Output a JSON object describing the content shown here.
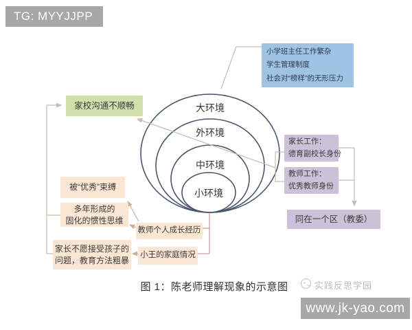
{
  "badge": {
    "text": "TG: MYYJJPP"
  },
  "circles": [
    {
      "label": "大环境"
    },
    {
      "label": "外环境"
    },
    {
      "label": "中环境"
    },
    {
      "label": "小环境"
    }
  ],
  "boxes": {
    "blue": {
      "lines": [
        "小学班主任工作繁杂",
        "学生管理制度",
        "社会对“榜样”的无形压力"
      ]
    },
    "green": {
      "text": "家校沟通不顺畅"
    },
    "excellence": {
      "text": "被“优秀”束缚"
    },
    "thinking": {
      "lines": [
        "多年形成的",
        "固化的惯性思维"
      ]
    },
    "parent_refusal": {
      "lines": [
        "家长不愿接受孩子的",
        "问题，教育方法粗暴"
      ]
    },
    "teacher_growth": {
      "text": "教师个人成长经历"
    },
    "wang_family": {
      "text": "小王的家庭情况"
    },
    "parent_job": {
      "lines": [
        "家长工作：",
        "德育副校长身份"
      ]
    },
    "teacher_job": {
      "lines": [
        "教师工作：",
        "优秀教师身份"
      ]
    },
    "same_district": {
      "text": "同在一个区（教委）"
    }
  },
  "caption": {
    "text": "图 1：陈老师理解现象的示意图"
  },
  "watermark": {
    "name": "实践反思学园",
    "url": "www.jk-yao.com"
  },
  "colors": {
    "accent_blue": "#9fc3e3",
    "accent_green": "#cfe0ad",
    "accent_peach": "#fbe5d3",
    "accent_purple": "#ccc1d9",
    "circle_stroke": "#47566b",
    "line_gray": "#c3bdb2",
    "line_pink": "#c28b8b",
    "arrow_tan": "#c9af9e",
    "badge_gray": "#a7a7a7",
    "watermark_gray": "#bcbcbc"
  }
}
